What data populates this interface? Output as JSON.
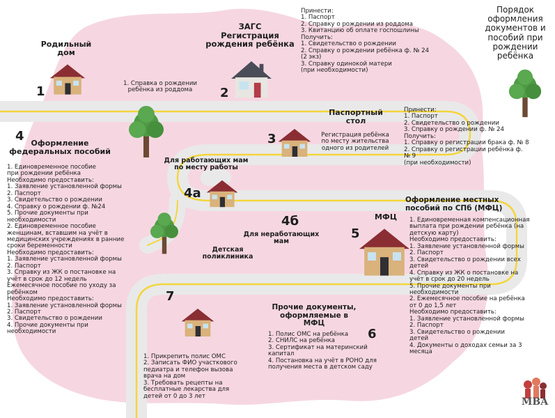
{
  "title": "Порядок\nоформления\nдокументов и\nпособий при\nрождении\nребёнка",
  "steps": {
    "s1": {
      "number": "1",
      "place": "Родильный\nдом",
      "text": "1. Справка о рождении\nребёнка из роддома"
    },
    "s2": {
      "number": "2",
      "place": "ЗАГС\nРегистрация\nрождения ребёнка",
      "text": "Принести:\n1. Паспорт\n2. Справку о рождении из роддома\n3. Квитанцию об оплате госпошлины\nПолучить:\n1. Свидетельство о рождении\n2. Справку о рождении ребёнка ф. № 24\n(2 экз)\n3. Справку одинокой матери\n(при необходимости)"
    },
    "s3": {
      "number": "3",
      "place": "Паспортный\nстол",
      "note": "Регистрация ребёнка\nпо месту жительства\nодного из родителей",
      "text": "Принести:\n1. Паспорт\n2. Свидетельство о рождении\n3. Справку о рождении ф. № 24\nПолучить:\n1. Справку о регистрации брака ф. № 8\n2. Справку о регистрации ребёнка ф.\n№ 9\n(при необходимости)"
    },
    "s4": {
      "number": "4",
      "place": "Оформление\nфедеральных пособий",
      "text": "1. Единовременное пособие\nпри рождении ребёнка\nНеобходимо предоставить:\n1. Заявление установленной формы\n2. Паспорт\n3. Свидетельство о рождении\n4. Справку о рождении ф. №24\n5. Прочие документы при\nнеобходимости\n2. Единовременное пособие\nженщинам, вставшим на учёт в\nмедицинских учреждениях в ранние\nсроки беременности\nНеобходимо предоставить:\n1. Заявление установленной формы\n2. Паспорт\n3. Справку из ЖК о постановке на\nучёт в срок до 12 недель\nЕжемесячное пособие по уходу за\nребёнком\nНеобходимо предоставить:\n1. Заявление установленной формы\n2. Паспорт\n3. Свидетельство о рождении\n4. Прочие документы при\nнеобходимости"
    },
    "s4a": {
      "number": "4а",
      "label": "Для работающих мам\nпо месту работы"
    },
    "s4b": {
      "number": "4б",
      "label": "Для неработающих\nмам"
    },
    "s5": {
      "number": "5",
      "place": "МФЦ",
      "head": "Оформление местных\nпособий по СПб (МФЦ)",
      "text": "1. Единовременная компенсационная\nвыплата при рождении ребёнка (на\nдетскую карту)\nНеобходимо предоставить:\n1. Заявление установленной формы\n2. Паспорт\n3. Свидетельство о рождении всех\nдетей\n4. Справку из ЖК о постановке на\nучёт в срок до        20 недель\n5. Прочие документы при\nнеобходимости\n2. Ежемесячное пособие на ребёнка\nот 0 до 1,5 лет\nНеобходимо предоставить:\n1. Заявление установленной формы\n2. Паспорт\n3. Свидетельство о рождении\nдетей\n4. Документы о доходах семьи за 3\nмесяца"
    },
    "s6": {
      "number": "6",
      "head": "Прочие документы,\nоформляемые в МФЦ",
      "text": "1. Полис ОМС на ребёнка\n2. СНИЛС на ребёнка\n3. Сертификат на материнский\nкапитал\n4. Постановка на учёт в РОНО для\nполучения места в детском саду"
    },
    "s7": {
      "number": "7",
      "place": "Детская\nполиклиника",
      "text": "1. Прикрепить полис ОМС\n2. Записать ФИО участкового\nпедиатра и телефон вызова\nврача на дом\n3. Требовать рецепты на\nбесплатные лекарства для\nдетей от 0 до 3 лет"
    }
  },
  "logo": {
    "text": "MBA"
  },
  "colors": {
    "blob": "#f6d7e1",
    "road": "#e9e9ea",
    "road_line": "#f3d63b",
    "tree": "#4f9a45",
    "trunk": "#6c4a35",
    "roof": "#8a2e33",
    "wall": "#d9b27c"
  },
  "icons": [
    "house-icon",
    "tree-icon",
    "mba-logo-icon"
  ]
}
